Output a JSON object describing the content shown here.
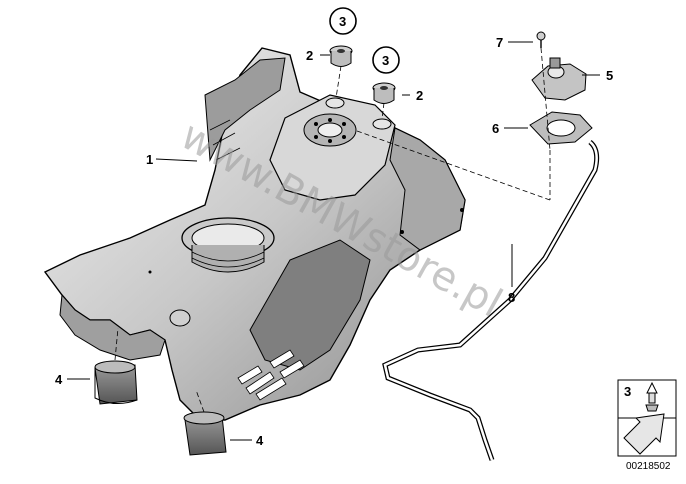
{
  "watermark": "www.BMWstore.pl",
  "diagram_number": "00218502",
  "callouts": {
    "c1": "1",
    "c2a": "2",
    "c2b": "2",
    "c3a": "3",
    "c3b": "3",
    "c4a": "4",
    "c4b": "4",
    "c5": "5",
    "c6": "6",
    "c7": "7",
    "c8": "8"
  },
  "legend": {
    "number": "3"
  }
}
